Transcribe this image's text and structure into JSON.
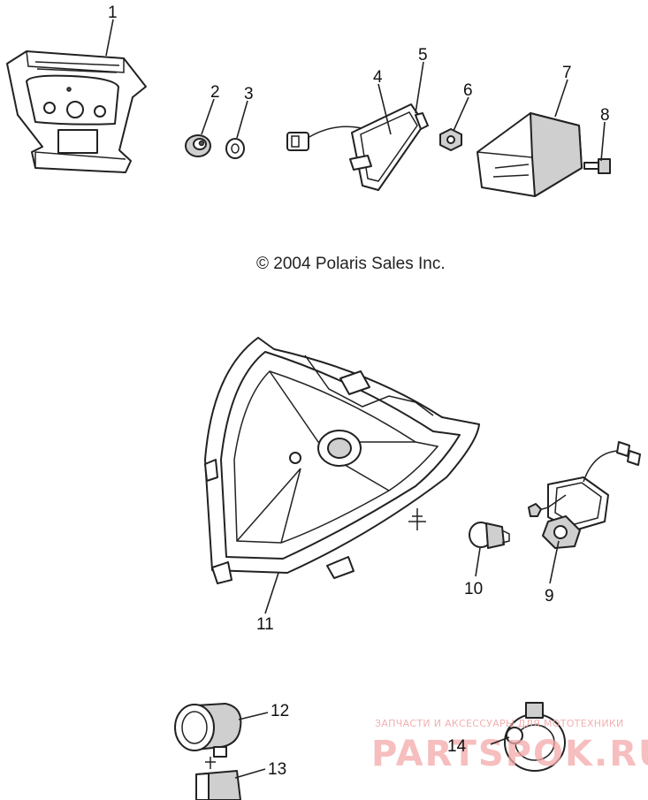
{
  "copyright": "© 2004 Polaris Sales Inc.",
  "callouts": [
    "1",
    "2",
    "3",
    "4",
    "5",
    "6",
    "7",
    "8",
    "9",
    "10",
    "11",
    "12",
    "13",
    "14"
  ],
  "watermark": {
    "small_text": "ЗАПЧАСТИ И АКСЕССУАРЫ ДЛЯ МОТОТЕХНИКИ",
    "brand_text": "PARTSPOK.RU",
    "color": "#f4a9a9"
  }
}
